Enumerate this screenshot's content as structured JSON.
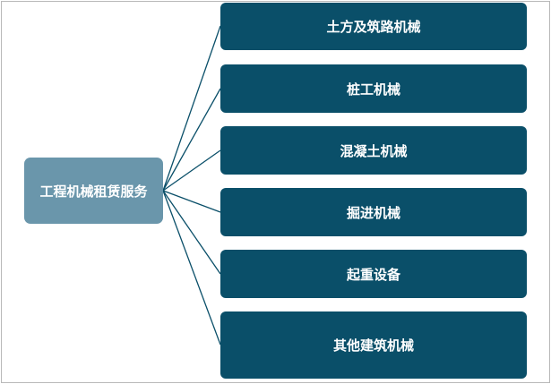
{
  "root": {
    "label": "工程机械租赁服务"
  },
  "branches": [
    {
      "label": "土方及筑路机械"
    },
    {
      "label": "桩工机械"
    },
    {
      "label": "混凝土机械"
    },
    {
      "label": "掘进机械"
    },
    {
      "label": "起重设备"
    },
    {
      "label": "其他建筑机械"
    }
  ],
  "colors": {
    "root_fill": "#6a96ab",
    "branch_fill": "#0a4f69",
    "connector": "#0a4f69",
    "text": "#ffffff"
  }
}
